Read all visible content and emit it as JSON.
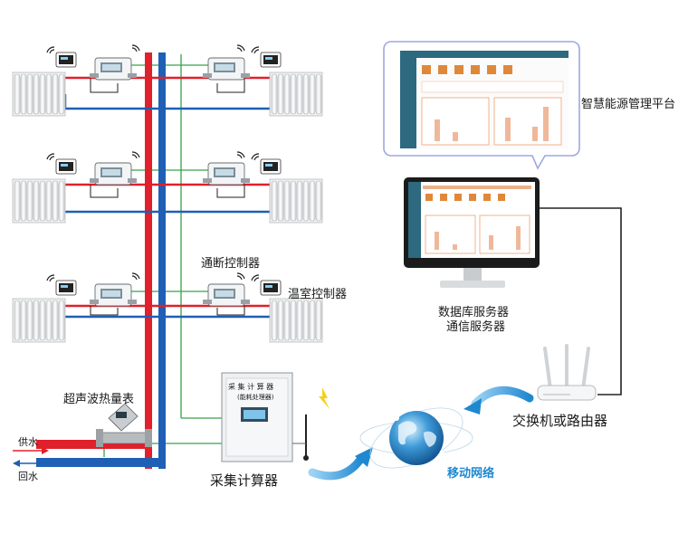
{
  "labels": {
    "switch_controller": "通断控制器",
    "room_controller": "温室控制器",
    "heat_meter": "超声波热量表",
    "supply_water": "供水",
    "return_water": "回水",
    "collector": "采集计算器",
    "collector_box_title": "采 集 计 算 器",
    "collector_box_sub": "(能耗处理器)",
    "mobile_network": "移动网络",
    "switch_router": "交换机或路由器",
    "db_server": "数据库服务器",
    "comm_server": "通信服务器",
    "platform": "智慧能源管理平台"
  },
  "colors": {
    "supply": "#e0202a",
    "return": "#1f5fb5",
    "signal": "#3aa04a",
    "arrow_blue": "#1e88d0",
    "label_blue": "#1e88d0"
  }
}
